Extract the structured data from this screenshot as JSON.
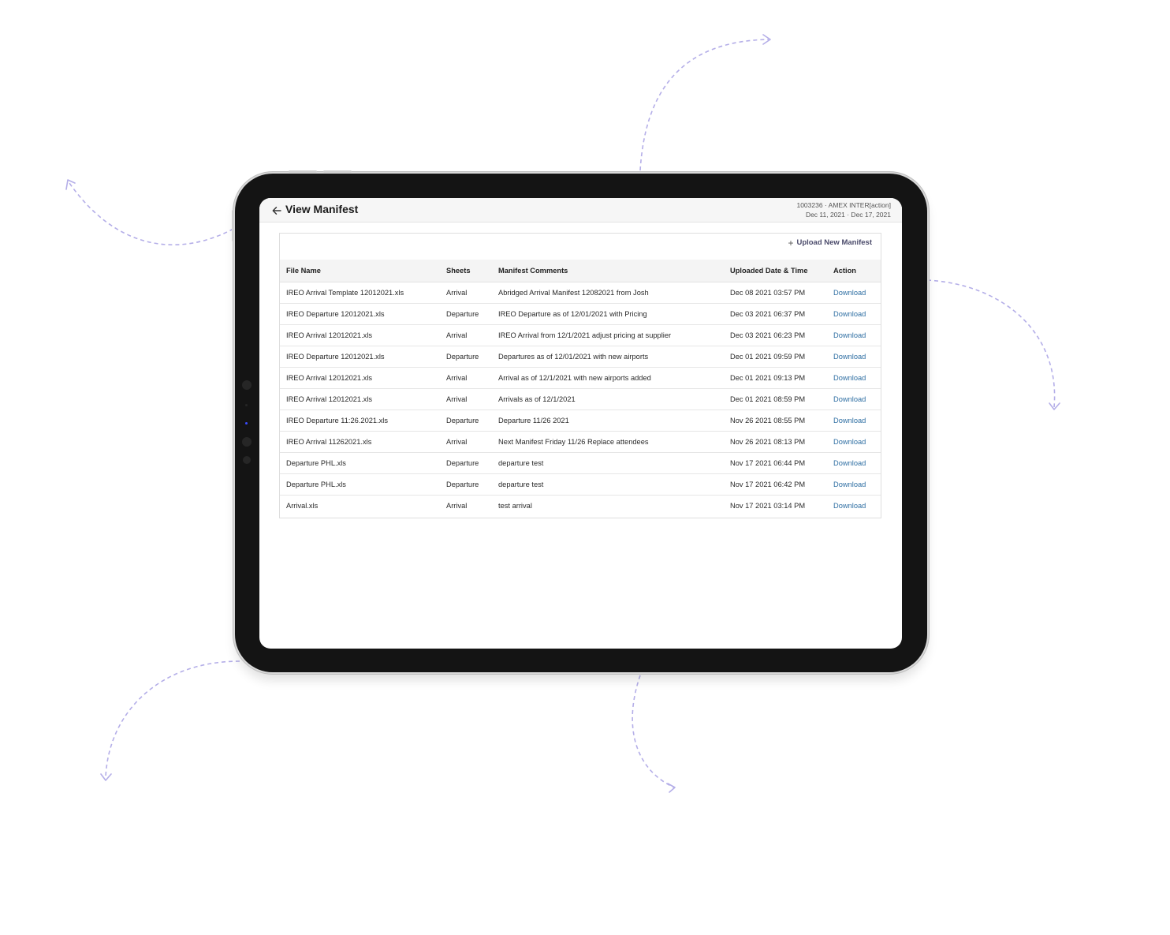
{
  "header": {
    "title": "View Manifest",
    "meta_line1": "1003236 · AMEX INTER[action]",
    "meta_line2": "Dec 11, 2021 · Dec 17, 2021"
  },
  "toolbar": {
    "upload_label": "Upload New Manifest"
  },
  "table": {
    "columns": [
      "File Name",
      "Sheets",
      "Manifest Comments",
      "Uploaded Date & Time",
      "Action"
    ],
    "rows": [
      {
        "file": "IREO Arrival Template 12012021.xls",
        "sheet": "Arrival",
        "comment": "Abridged Arrival Manifest 12082021 from Josh",
        "date": "Dec 08 2021 03:57 PM",
        "action": "Download"
      },
      {
        "file": "IREO Departure 12012021.xls",
        "sheet": "Departure",
        "comment": "IREO Departure as of 12/01/2021 with Pricing",
        "date": "Dec 03 2021 06:37 PM",
        "action": "Download"
      },
      {
        "file": "IREO Arrival 12012021.xls",
        "sheet": "Arrival",
        "comment": "IREO Arrival from 12/1/2021 adjust pricing at supplier",
        "date": "Dec 03 2021 06:23 PM",
        "action": "Download"
      },
      {
        "file": "IREO Departure 12012021.xls",
        "sheet": "Departure",
        "comment": "Departures as of 12/01/2021 with new airports",
        "date": "Dec 01 2021 09:59 PM",
        "action": "Download"
      },
      {
        "file": "IREO Arrival 12012021.xls",
        "sheet": "Arrival",
        "comment": "Arrival as of 12/1/2021 with new airports added",
        "date": "Dec 01 2021 09:13 PM",
        "action": "Download"
      },
      {
        "file": "IREO Arrival 12012021.xls",
        "sheet": "Arrival",
        "comment": "Arrivals as of 12/1/2021",
        "date": "Dec 01 2021 08:59 PM",
        "action": "Download"
      },
      {
        "file": "IREO Departure 11:26.2021.xls",
        "sheet": "Departure",
        "comment": "Departure 11/26 2021",
        "date": "Nov 26 2021 08:55 PM",
        "action": "Download"
      },
      {
        "file": "IREO Arrival 11262021.xls",
        "sheet": "Arrival",
        "comment": "Next Manifest Friday 11/26 Replace attendees",
        "date": "Nov 26 2021 08:13 PM",
        "action": "Download"
      },
      {
        "file": "Departure PHL.xls",
        "sheet": "Departure",
        "comment": "departure test",
        "date": "Nov 17 2021 06:44 PM",
        "action": "Download"
      },
      {
        "file": "Departure PHL.xls",
        "sheet": "Departure",
        "comment": "departure test",
        "date": "Nov 17 2021 06:42 PM",
        "action": "Download"
      },
      {
        "file": "Arrival.xls",
        "sheet": "Arrival",
        "comment": "test arrival",
        "date": "Nov 17 2021 03:14 PM",
        "action": "Download"
      }
    ]
  },
  "icons": {
    "back": "arrow-left-icon",
    "upload": "plus-icon"
  },
  "colors": {
    "link": "#2f6fa3",
    "decor_arrows": "#b4aee8",
    "device_bezel": "#141414"
  }
}
